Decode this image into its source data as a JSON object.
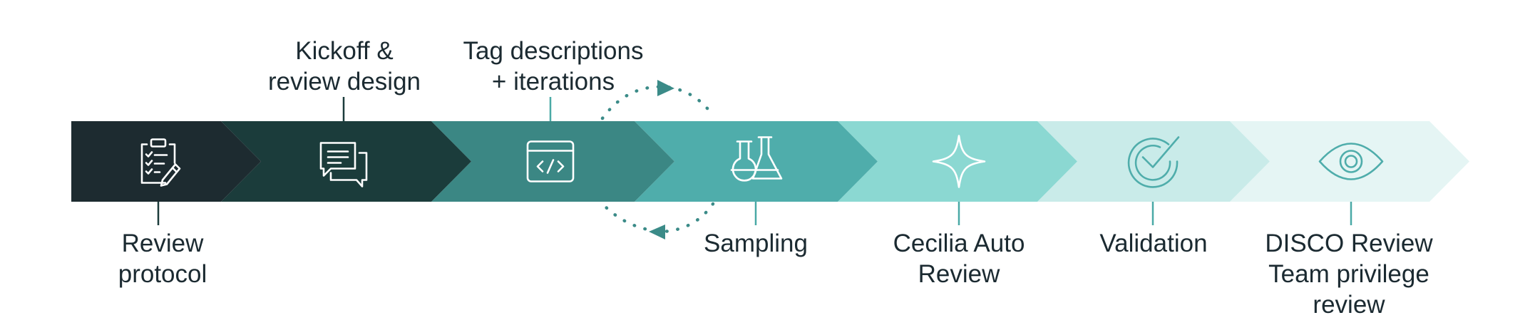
{
  "colors": {
    "text": "#1b2a31",
    "connector_dark": "#1b3c3b",
    "connector_teal": "#4aa9a6",
    "cycle_dots": "#3b8b88"
  },
  "steps": [
    {
      "label": "Review\nprotocol",
      "icon": "clipboard-checklist-pen-icon",
      "label_side": "bottom",
      "fill": "#1d2b30",
      "icon_color": "#ffffff"
    },
    {
      "label": "Kickoff &\nreview design",
      "icon": "chat-bubbles-icon",
      "label_side": "top",
      "fill": "#1b3c3b",
      "icon_color": "#ffffff"
    },
    {
      "label": "Tag descriptions\n+ iterations",
      "icon": "code-window-icon",
      "label_side": "top",
      "fill": "#3b8784",
      "icon_color": "#ffffff"
    },
    {
      "label": "Sampling",
      "icon": "lab-flasks-icon",
      "label_side": "bottom",
      "fill": "#4fadab",
      "icon_color": "#ffffff"
    },
    {
      "label": "Cecilia Auto\nReview",
      "icon": "sparkle-icon",
      "label_side": "bottom",
      "fill": "#8bd8d2",
      "icon_color": "#ffffff"
    },
    {
      "label": "Validation",
      "icon": "check-badge-icon",
      "label_side": "bottom",
      "fill": "#c9ebe9",
      "icon_color": "#4fadab"
    },
    {
      "label": "DISCO Review\nTeam privilege\nreview",
      "icon": "eye-icon",
      "label_side": "bottom",
      "fill": "#e5f5f4",
      "icon_color": "#4fadab"
    }
  ],
  "cycle": {
    "between_steps": [
      2,
      3
    ],
    "style": "dotted-arrows"
  }
}
